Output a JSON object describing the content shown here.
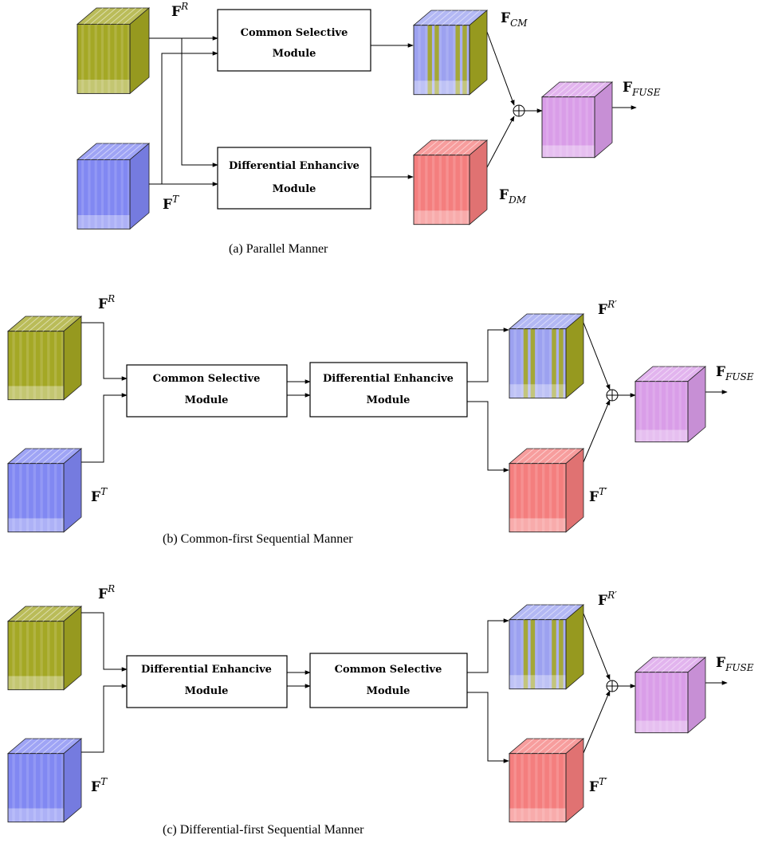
{
  "panels": [
    {
      "id": "a",
      "caption": "(a)  Parallel Manner",
      "module_top": [
        "Common Selective",
        "Module"
      ],
      "module_bottom": [
        "Differential Enhancive",
        "Module"
      ],
      "label_r": {
        "base": "F",
        "sup": "R"
      },
      "label_t": {
        "base": "F",
        "sup": "T"
      },
      "label_out_top": {
        "base": "F",
        "sub": "CM"
      },
      "label_out_bottom": {
        "base": "F",
        "sub": "DM"
      },
      "label_fuse": {
        "base": "F",
        "sub": "FUSE"
      }
    },
    {
      "id": "b",
      "caption": "(b)  Common-first Sequential Manner",
      "module_first": [
        "Common Selective",
        "Module"
      ],
      "module_second": [
        "Differential Enhancive",
        "Module"
      ],
      "label_r": {
        "base": "F",
        "sup": "R"
      },
      "label_t": {
        "base": "F",
        "sup": "T"
      },
      "label_out_top": {
        "base": "F",
        "sup": "R′"
      },
      "label_out_bottom": {
        "base": "F",
        "sup": "T′"
      },
      "label_fuse": {
        "base": "F",
        "sub": "FUSE"
      }
    },
    {
      "id": "c",
      "caption": "(c)  Differential-first Sequential Manner",
      "module_first": [
        "Differential Enhancive",
        "Module"
      ],
      "module_second": [
        "Common Selective",
        "Module"
      ],
      "label_r": {
        "base": "F",
        "sup": "R"
      },
      "label_t": {
        "base": "F",
        "sup": "T"
      },
      "label_out_top": {
        "base": "F",
        "sup": "R′"
      },
      "label_out_bottom": {
        "base": "F",
        "sup": "T′"
      },
      "label_fuse": {
        "base": "F",
        "sub": "FUSE"
      }
    }
  ],
  "colors": {
    "rgb_cube": "#a3a622",
    "thermal_cube": "#7f86f2",
    "common_cube_blue": "#9aa0f0",
    "common_cube_olive": "#a3a622",
    "diff_cube": "#f47c7c",
    "fuse_cube": "#d89be8"
  },
  "icons": {
    "plus": "circle-plus-icon"
  }
}
